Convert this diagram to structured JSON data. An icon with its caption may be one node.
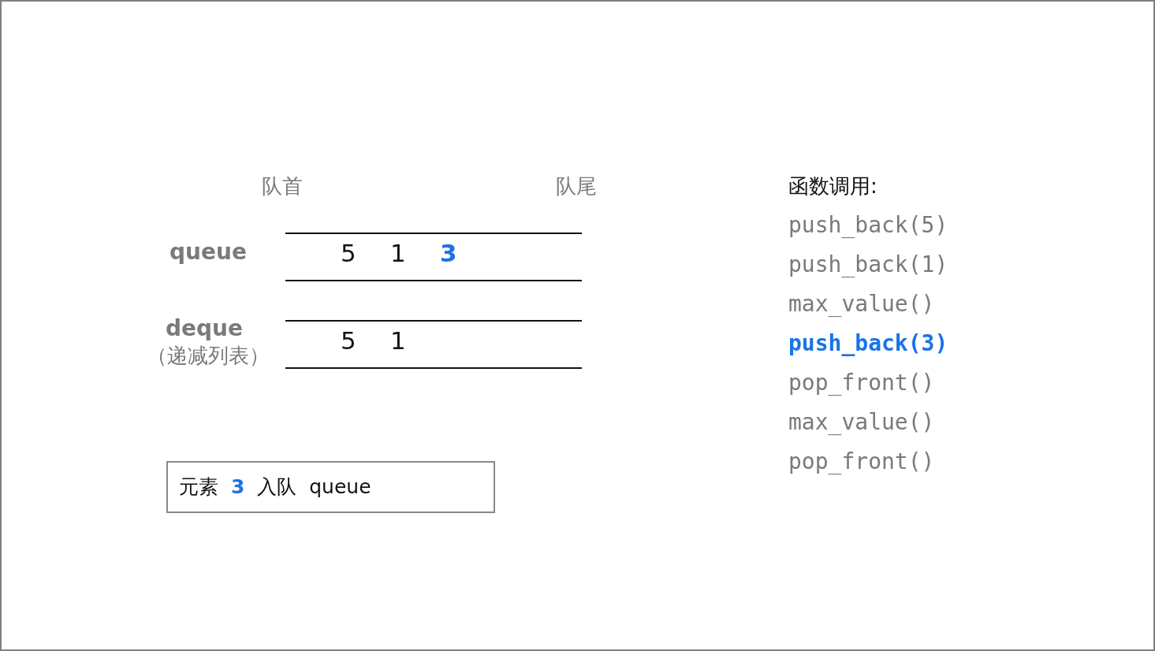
{
  "diagram": {
    "nodes": [
      {
        "text": [
          "5",
          "1",
          "**3**"
        ],
        "beside": [
          "queue"
        ]
      },
      {
        "text": [
          "5",
          "1"
        ],
        "beside": [
          "deque",
          "（递减列表）"
        ]
      },
      {
        "text": [
          "元素 **3** 入队 queue"
        ]
      }
    ],
    "edges": [],
    "labels": [
      "队首",
      "队尾",
      "函数调用:",
      "push_back(5)",
      "push_back(1)",
      "max_value()",
      "**push_back(3)**",
      "pop_front()",
      "max_value()",
      "pop_front()"
    ]
  }
}
